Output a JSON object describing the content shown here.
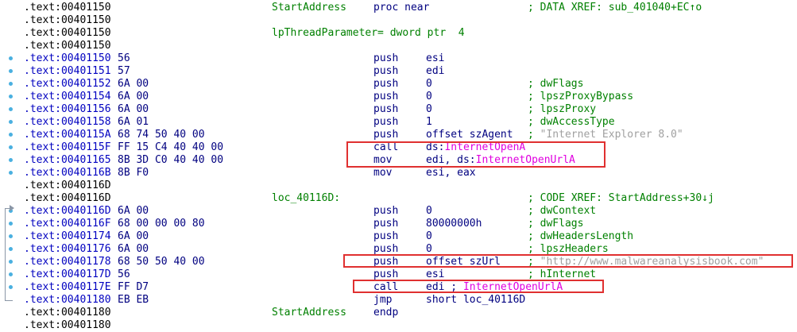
{
  "lines": [
    {
      "addr": ".text:00401150",
      "bytes": "",
      "label": "StartAddress",
      "mn": "proc near",
      "op": "",
      "cm": "; DATA XREF: sub_401040+EC↑o"
    },
    {
      "addr": ".text:00401150",
      "bytes": "",
      "label": "",
      "mn": "",
      "op": "",
      "cm": ""
    },
    {
      "addr": ".text:00401150",
      "bytes": "",
      "label": "lpThreadParameter= dword ptr  4",
      "mn": "",
      "op": "",
      "cm": ""
    },
    {
      "addr": ".text:00401150",
      "bytes": "",
      "label": "",
      "mn": "",
      "op": "",
      "cm": ""
    },
    {
      "addr": ".text:00401150",
      "bytes": "56",
      "label": "",
      "mn": "push",
      "op": "esi",
      "cm": ""
    },
    {
      "addr": ".text:00401151",
      "bytes": "57",
      "label": "",
      "mn": "push",
      "op": "edi",
      "cm": ""
    },
    {
      "addr": ".text:00401152",
      "bytes": "6A 00",
      "label": "",
      "mn": "push",
      "op": "0",
      "cm": "; dwFlags"
    },
    {
      "addr": ".text:00401154",
      "bytes": "6A 00",
      "label": "",
      "mn": "push",
      "op": "0",
      "cm": "; lpszProxyBypass"
    },
    {
      "addr": ".text:00401156",
      "bytes": "6A 00",
      "label": "",
      "mn": "push",
      "op": "0",
      "cm": "; lpszProxy"
    },
    {
      "addr": ".text:00401158",
      "bytes": "6A 01",
      "label": "",
      "mn": "push",
      "op": "1",
      "cm": "; dwAccessType"
    },
    {
      "addr": ".text:0040115A",
      "bytes": "68 74 50 40 00",
      "label": "",
      "mn": "push",
      "op": "offset szAgent",
      "cm": "; \"Internet Explorer 8.0\""
    },
    {
      "addr": ".text:0040115F",
      "bytes": "FF 15 C4 40 40 00",
      "label": "",
      "mn": "call",
      "op": "ds:InternetOpenA",
      "cm": ""
    },
    {
      "addr": ".text:00401165",
      "bytes": "8B 3D C0 40 40 00",
      "label": "",
      "mn": "mov",
      "op": "edi, ds:InternetOpenUrlA",
      "cm": ""
    },
    {
      "addr": ".text:0040116B",
      "bytes": "8B F0",
      "label": "",
      "mn": "mov",
      "op": "esi, eax",
      "cm": ""
    },
    {
      "addr": ".text:0040116D",
      "bytes": "",
      "label": "",
      "mn": "",
      "op": "",
      "cm": ""
    },
    {
      "addr": ".text:0040116D",
      "bytes": "",
      "label": "loc_40116D:",
      "mn": "",
      "op": "",
      "cm": "; CODE XREF: StartAddress+30↓j"
    },
    {
      "addr": ".text:0040116D",
      "bytes": "6A 00",
      "label": "",
      "mn": "push",
      "op": "0",
      "cm": "; dwContext"
    },
    {
      "addr": ".text:0040116F",
      "bytes": "68 00 00 00 80",
      "label": "",
      "mn": "push",
      "op": "80000000h",
      "cm": "; dwFlags"
    },
    {
      "addr": ".text:00401174",
      "bytes": "6A 00",
      "label": "",
      "mn": "push",
      "op": "0",
      "cm": "; dwHeadersLength"
    },
    {
      "addr": ".text:00401176",
      "bytes": "6A 00",
      "label": "",
      "mn": "push",
      "op": "0",
      "cm": "; lpszHeaders"
    },
    {
      "addr": ".text:00401178",
      "bytes": "68 50 50 40 00",
      "label": "",
      "mn": "push",
      "op": "offset szUrl",
      "cm": "; \"http://www.malwareanalysisbook.com\""
    },
    {
      "addr": ".text:0040117D",
      "bytes": "56",
      "label": "",
      "mn": "push",
      "op": "esi",
      "cm": "; hInternet"
    },
    {
      "addr": ".text:0040117E",
      "bytes": "FF D7",
      "label": "",
      "mn": "call",
      "op": "edi ; InternetOpenUrlA",
      "cm": ""
    },
    {
      "addr": ".text:00401180",
      "bytes": "EB EB",
      "label": "",
      "mn": "jmp",
      "op": "short loc_40116D",
      "cm": ""
    },
    {
      "addr": ".text:00401180",
      "bytes": "",
      "label": "StartAddress",
      "mn": "endp",
      "op": "",
      "cm": ""
    },
    {
      "addr": ".text:00401180",
      "bytes": "",
      "label": "",
      "mn": "",
      "op": "",
      "cm": ""
    }
  ],
  "colors": {
    "highlight_box": "#e03030",
    "api_name": "#e000e0",
    "bytes": "#000080",
    "label": "#008000"
  }
}
